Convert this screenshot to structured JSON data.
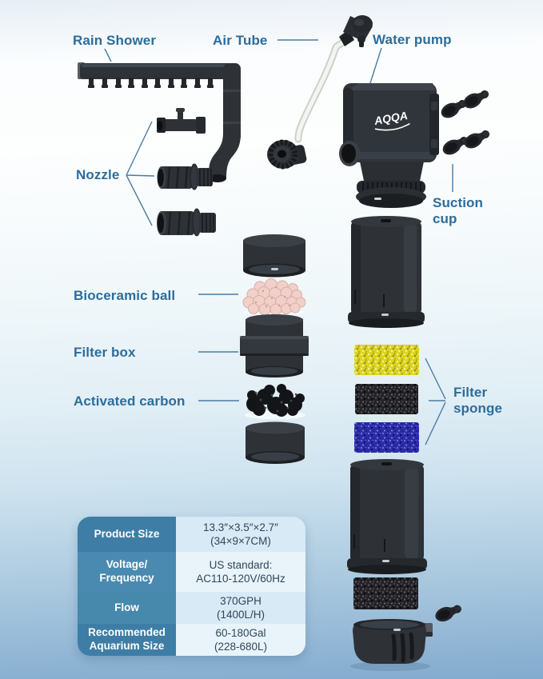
{
  "product_labels": {
    "rain_shower": "Rain Shower",
    "air_tube": "Air Tube",
    "water_pump": "Water pump",
    "nozzle": "Nozzle",
    "suction_cup": "Suction cup",
    "bioceramic_ball": "Bioceramic ball",
    "filter_box": "Filter box",
    "activated_carbon": "Activated carbon",
    "filter_sponge": "Filter sponge"
  },
  "brand": {
    "pump_logo": "AQQA"
  },
  "colors": {
    "label_text": "#2b6d9c",
    "background_top": "#e7eef5",
    "background_bottom": "#83abce",
    "part_dark": "#2e3237",
    "sponge_yellow": "#ddd51e",
    "sponge_black": "#232227",
    "sponge_blue": "#2c2da6",
    "bioceramic_pink": "#f1d0c9",
    "table_header_bg": "#3e7ea6",
    "table_header_bg_alt": "#4b8ab0",
    "table_value_bg": "#d8eaf6",
    "table_value_bg_alt": "#e8f4fa",
    "table_value_text": "#31455a"
  },
  "spec_table": {
    "rows": [
      {
        "label": [
          "Product Size"
        ],
        "value": [
          "13.3″×3.5″×2.7″",
          "(34×9×7CM)"
        ]
      },
      {
        "label": [
          "Voltage/",
          "Frequency"
        ],
        "value": [
          "US standard:",
          "AC110-120V/60Hz"
        ]
      },
      {
        "label": [
          "Flow"
        ],
        "value": [
          "370GPH",
          "(1400L/H)"
        ]
      },
      {
        "label": [
          "Recommended",
          "Aquarium Size"
        ],
        "value": [
          "60-180Gal",
          "(228-680L)"
        ]
      }
    ]
  }
}
